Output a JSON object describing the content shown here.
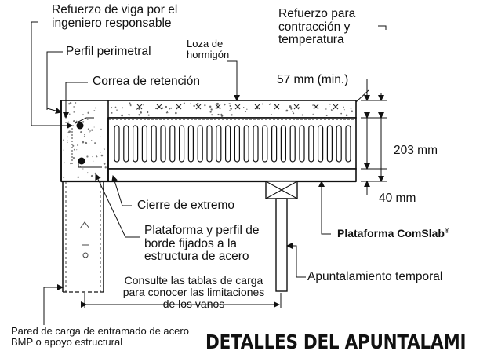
{
  "labels": {
    "beam_reinforcement": [
      "Refuerzo de viga por el",
      "ingeniero responsable"
    ],
    "shrinkage_reinforcement": [
      "Refuerzo para",
      "contracción y",
      "temperatura"
    ],
    "concrete_slab": [
      "Loza de",
      "hormigón"
    ],
    "perimeter_profile": "Perfil perimetral",
    "retention_strap": "Correa de retención",
    "min_thickness": "57 mm (min.)",
    "deck_depth": "203 mm",
    "bottom_depth": "40 mm",
    "end_closure": "Cierre de extremo",
    "deck_fixed": [
      "Plataforma y perfil de",
      "borde fijados a la",
      "estructura de acero"
    ],
    "product_name": "Plataforma ComSlab",
    "product_mark": "®",
    "load_tables": [
      "Consulte las tablas de carga",
      "para conocer las limitaciones",
      "de los vanos"
    ],
    "temporary_shoring": "Apuntalamiento temporal",
    "bearing_wall": [
      "Pared de carga de entramado de acero",
      "BMP o apoyo estructural"
    ]
  },
  "title": "DETALLES DEL APUNTALAMI"
}
